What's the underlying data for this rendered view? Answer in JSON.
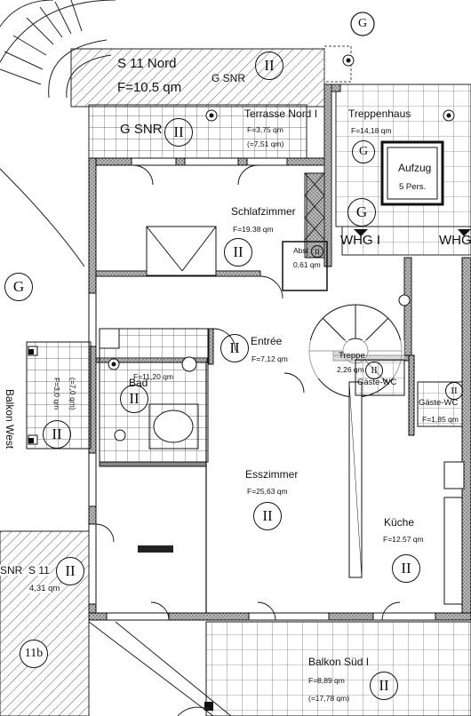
{
  "rooms": {
    "s11_nord": {
      "title": "S 11 Nord",
      "area": "F=10.5 qm",
      "tag": "G SNR",
      "circle": "II"
    },
    "terrasse": {
      "title": "Terrasse Nord I",
      "area": "F=3,75 qm",
      "area2": "(=7,51 qm)",
      "tag": "G SNR",
      "circle": "II"
    },
    "treppenhaus": {
      "title": "Treppenhaus",
      "area": "F=14,18 qm"
    },
    "aufzug": {
      "title": "Aufzug",
      "persons": "5 Pers."
    },
    "schlafzimmer": {
      "title": "Schlafzimmer",
      "area": "F=19.38 qm",
      "circle": "II"
    },
    "abst": {
      "title": "Abst",
      "area": "0,61 qm",
      "circle": "II"
    },
    "entree": {
      "title": "Entrée",
      "area": "F=7,12 qm",
      "circle": "II"
    },
    "bad": {
      "title": "Bad",
      "area": "F=11,20 qm",
      "circle": "II"
    },
    "balkon_west": {
      "title": "Balkon West",
      "area": "F=3,0 qm",
      "area2": "(=7,0 qm)",
      "circle": "II"
    },
    "gaeste_wc_1": {
      "title": "Gäste-WC",
      "circle": "II"
    },
    "gaeste_wc_2": {
      "title": "Gäste-WC",
      "area": "F=1,85 qm",
      "circle": "II"
    },
    "treppe": {
      "title": "Treppe",
      "area": "2,26 qm"
    },
    "esszimmer": {
      "title": "Esszimmer",
      "area": "F=25,63 qm",
      "circle": "II"
    },
    "kueche": {
      "title": "Küche",
      "area": "F=12.57 qm",
      "circle": "II"
    },
    "s11_sued": {
      "title": "S 11",
      "area": "4,31 qm",
      "tag": "SNR",
      "circle": "II"
    },
    "zone_11b": {
      "circle": "11b"
    },
    "balkon_sued": {
      "title": "Balkon Süd I",
      "area": "F=8,89 qm",
      "area2": "(=17,78 qm)",
      "circle": "II"
    }
  },
  "markers": {
    "g": "G",
    "whg1": "WHG I",
    "whg2": "WHG"
  }
}
